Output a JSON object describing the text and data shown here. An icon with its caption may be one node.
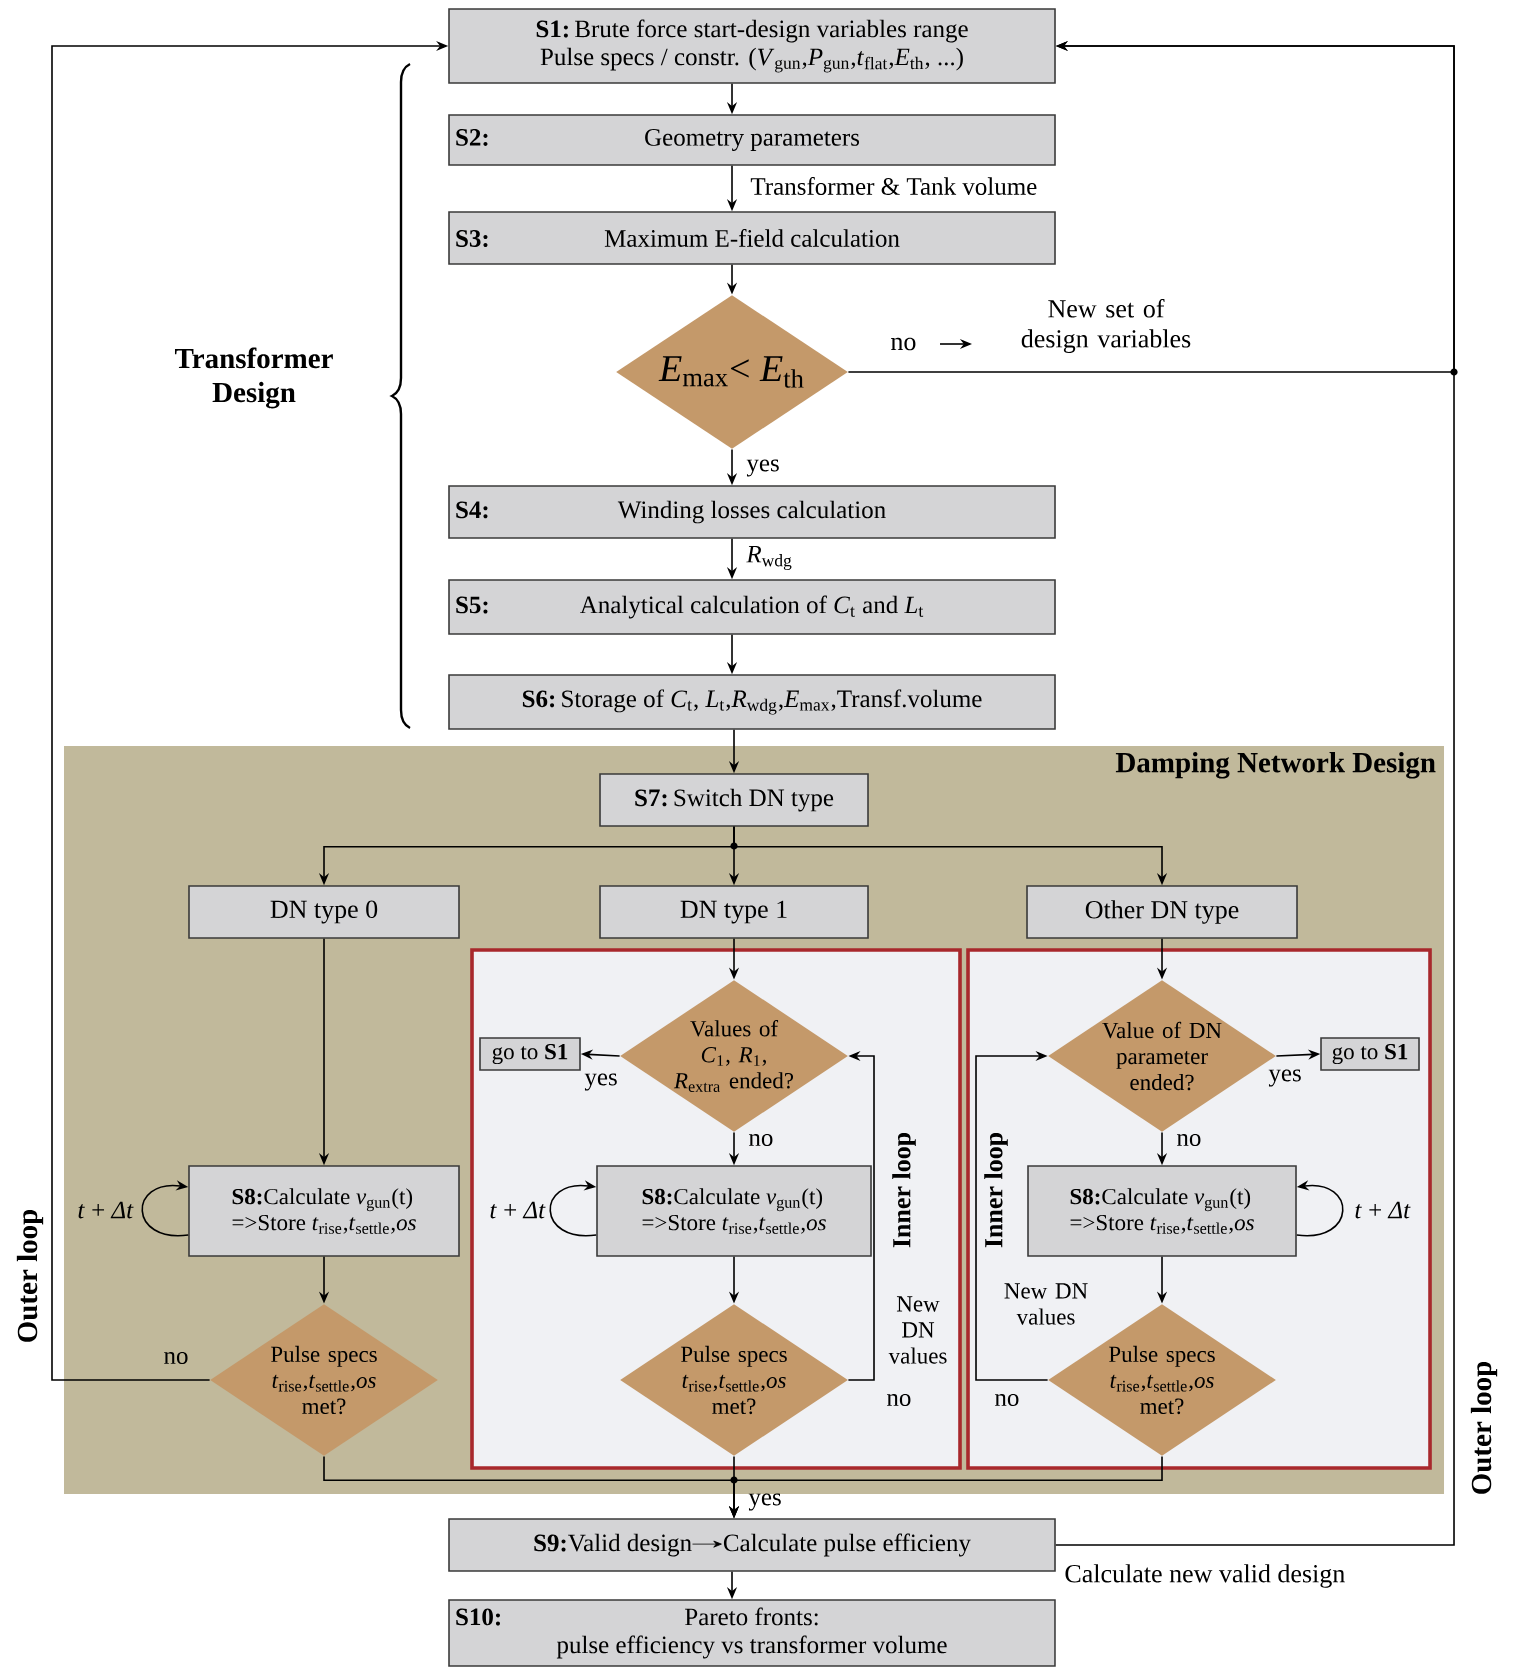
{
  "diagram": {
    "nodes": [
      {
        "text": [
          "S1:",
          "Brute force start-design variables range",
          "Pulse specs / constr. (*V*$_{gun}$,*P*$_{gun}$,*t*$_{flat}$,*E*$_{th}$, ...)"
        ]
      },
      {
        "text": [
          "S2:",
          "Geometry parameters"
        ]
      },
      {
        "text": [
          "S3:",
          "Maximum E-field calculation"
        ]
      },
      {
        "text": [
          "*E*$_{max}$< *E*$_{th}$"
        ]
      },
      {
        "text": [
          "S4:",
          "Winding losses calculation"
        ]
      },
      {
        "text": [
          "S5:",
          "Analytical calculation of *C*$_{t}$ and *L*$_{t}$"
        ]
      },
      {
        "text": [
          "S6:",
          "Storage of *C*$_{t}$, *L*$_{t}$,*R*$_{wdg}$,*E*$_{max}$,Transf.volume"
        ]
      },
      {
        "text": [
          "Damping Network Design"
        ]
      },
      {
        "text": [
          "S7:",
          "Switch DN type"
        ],
        "in": 7
      },
      {
        "text": [
          "DN type 0"
        ],
        "in": 7
      },
      {
        "text": [
          "DN type 1"
        ],
        "in": 7
      },
      {
        "text": [
          "Other DN type"
        ],
        "in": 7
      },
      {
        "text": [
          "Inner loop"
        ],
        "in": 7
      },
      {
        "text": [
          "Inner loop"
        ],
        "in": 7
      },
      {
        "text": [
          "S8:",
          "Calculate *v*$_{gun}$(t)",
          "=>Store *t*$_{rise}$,*t*$_{settle}$,*os*"
        ],
        "in": 7
      },
      {
        "text": [
          "Pulse specs *t*$_{rise}$,*t*$_{settle}$,*os* met?"
        ],
        "in": 7
      },
      {
        "text": [
          "Values of *C*$_{1}$, *R*$_{1}$, *R*$_{extra}$ ended?"
        ],
        "in": 12
      },
      {
        "text": [
          "go to **S1**"
        ],
        "in": 12
      },
      {
        "text": [
          "S8:",
          "Calculate *v*$_{gun}$(t)",
          "=>Store *t*$_{rise}$,*t*$_{settle}$,*os*"
        ],
        "in": 12
      },
      {
        "text": [
          "Pulse specs *t*$_{rise}$,*t*$_{settle}$,*os* met?"
        ],
        "in": 12
      },
      {
        "text": [
          "Value of DN parameter ended?"
        ],
        "in": 13
      },
      {
        "text": [
          "go to **S1**"
        ],
        "in": 13
      },
      {
        "text": [
          "S8:",
          "Calculate *v*$_{gun}$(t)",
          "=>Store *t*$_{rise}$,*t*$_{settle}$,*os*"
        ],
        "in": 13
      },
      {
        "text": [
          "Pulse specs *t*$_{rise}$,*t*$_{settle}$,*os* met?"
        ],
        "in": 13
      },
      {
        "text": [
          "S9:",
          "Valid design",
          "Calculate pulse efficieny"
        ]
      },
      {
        "text": [
          "S10:",
          "Pareto fronts:",
          "pulse efficiency vs transformer volume"
        ]
      }
    ],
    "edges": [
      {
        "from": 0,
        "to": 1,
        "arrow": "to"
      },
      {
        "from": 1,
        "to": 2,
        "arrow": "to",
        "label": "Transformer & Tank volume"
      },
      {
        "from": 2,
        "to": 3,
        "arrow": "to"
      },
      {
        "from": 3,
        "to": 4,
        "arrow": "to",
        "label": "yes"
      },
      {
        "from": 4,
        "to": 5,
        "arrow": "to",
        "label": "*R*$_{wdg}$"
      },
      {
        "from": 5,
        "to": 6,
        "arrow": "to"
      },
      {
        "from": 6,
        "to": 8,
        "arrow": "to"
      },
      {
        "from": 8,
        "to": 9,
        "arrow": "to"
      },
      {
        "from": 8,
        "to": 10,
        "arrow": "to"
      },
      {
        "from": 8,
        "to": 11,
        "arrow": "to"
      },
      {
        "from": 9,
        "to": 14,
        "arrow": "to"
      },
      {
        "from": 10,
        "to": 16,
        "arrow": "to"
      },
      {
        "from": 11,
        "to": 20,
        "arrow": "to"
      },
      {
        "from": 16,
        "to": 17,
        "arrow": "to",
        "label": "yes"
      },
      {
        "from": 16,
        "to": 18,
        "arrow": "to",
        "label": "no"
      },
      {
        "from": 18,
        "to": 19,
        "arrow": "to"
      },
      {
        "from": 19,
        "to": 16,
        "arrow": "to",
        "label": "no"
      },
      {
        "from": 20,
        "to": 21,
        "arrow": "to",
        "label": "yes"
      },
      {
        "from": 20,
        "to": 22,
        "arrow": "to",
        "label": "no"
      },
      {
        "from": 22,
        "to": 23,
        "arrow": "to"
      },
      {
        "from": 23,
        "to": 20,
        "arrow": "to",
        "label": "no"
      },
      {
        "from": 14,
        "to": 15,
        "arrow": "to"
      },
      {
        "from": 15,
        "to": 0,
        "arrow": "to",
        "label": "no"
      },
      {
        "from": 15,
        "to": 24,
        "arrow": "to"
      },
      {
        "from": 19,
        "to": 24,
        "arrow": "to",
        "label": "yes"
      },
      {
        "from": 23,
        "to": 24,
        "arrow": "to"
      },
      {
        "from": 24,
        "to": 25,
        "arrow": "to"
      },
      {
        "from": 24,
        "to": 0,
        "arrow": "to",
        "label": "Calculate new valid design"
      },
      {
        "from": 3,
        "to": 0,
        "arrow": "to",
        "label": "no"
      },
      {
        "from": 14,
        "to": 14,
        "arrow": "to",
        "label": "*t* + *Δt*"
      },
      {
        "from": 18,
        "to": 18,
        "arrow": "to",
        "label": "*t* + *Δt*"
      },
      {
        "from": 22,
        "to": 22,
        "arrow": "to",
        "label": "*t* + *Δt*"
      }
    ],
    "labels": [
      "New set of design variables",
      "Transformer Design",
      "New DN values",
      "New DN values",
      "Outer loop",
      "Outer loop"
    ]
  }
}
